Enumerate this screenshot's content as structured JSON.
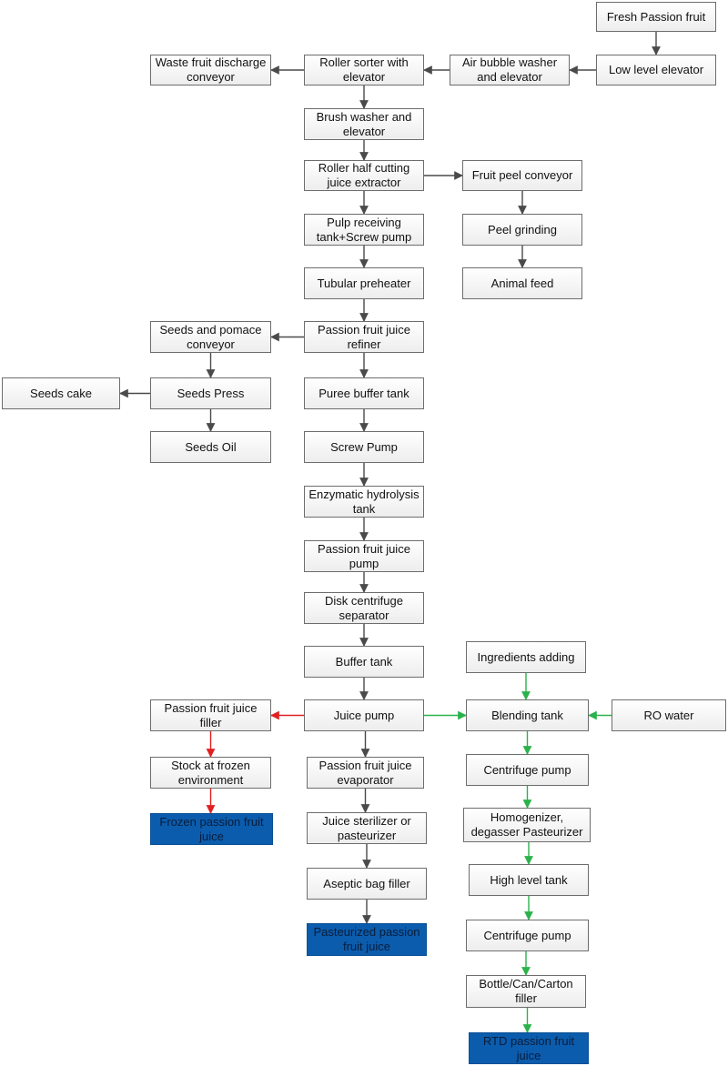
{
  "colors": {
    "default_arrow": "#4a4a4a",
    "green_arrow": "#2bb24c",
    "red_arrow": "#e02020",
    "final_box": "#0b5cad"
  },
  "nodes": {
    "fresh": "Fresh Passion fruit",
    "low_elevator": "Low level elevator",
    "air_washer": "Air bubble washer and elevator",
    "roller_sorter": "Roller sorter with elevator",
    "waste_conveyor": "Waste fruit discharge conveyor",
    "brush_washer": "Brush washer and elevator",
    "roller_cutting": "Roller half cutting juice extractor",
    "peel_conveyor": "Fruit peel conveyor",
    "pulp_tank": "Pulp receiving tank+Screw pump",
    "peel_grinding": "Peel grinding",
    "tubular_preheater": "Tubular preheater",
    "animal_feed": "Animal feed",
    "juice_refiner": "Passion fruit juice refiner",
    "seeds_conveyor": "Seeds and pomace conveyor",
    "seeds_cake": "Seeds cake",
    "seeds_press": "Seeds Press",
    "puree_buffer": "Puree buffer tank",
    "seeds_oil": "Seeds Oil",
    "screw_pump": "Screw Pump",
    "enzymatic_tank": "Enzymatic hydrolysis tank",
    "juice_pump_pf": "Passion fruit juice pump",
    "disk_centrifuge": "Disk centrifuge separator",
    "buffer_tank": "Buffer tank",
    "ingredients": "Ingredients adding",
    "juice_filler": "Passion fruit juice filler",
    "juice_pump": "Juice pump",
    "blending_tank": "Blending tank",
    "ro_water": "RO water",
    "stock_frozen": "Stock at frozen environment",
    "evaporator": "Passion fruit juice evaporator",
    "centrifuge_pump_1": "Centrifuge pump",
    "frozen_juice": "Frozen passion fruit juice",
    "sterilizer": "Juice sterilizer or pasteurizer",
    "homogenizer": "Homogenizer, degasser Pasteurizer",
    "aseptic_filler": "Aseptic bag filler",
    "high_tank": "High level tank",
    "pasteurized_juice": "Pasteurized passion fruit juice",
    "centrifuge_pump_2": "Centrifuge pump",
    "bottle_filler": "Bottle/Can/Carton filler",
    "rtd_juice": "RTD passion fruit juice"
  },
  "edges": [
    {
      "from": "fresh",
      "to": "low_elevator",
      "color": "default"
    },
    {
      "from": "low_elevator",
      "to": "air_washer",
      "color": "default"
    },
    {
      "from": "air_washer",
      "to": "roller_sorter",
      "color": "default"
    },
    {
      "from": "roller_sorter",
      "to": "waste_conveyor",
      "color": "default"
    },
    {
      "from": "roller_sorter",
      "to": "brush_washer",
      "color": "default"
    },
    {
      "from": "brush_washer",
      "to": "roller_cutting",
      "color": "default"
    },
    {
      "from": "roller_cutting",
      "to": "peel_conveyor",
      "color": "default"
    },
    {
      "from": "roller_cutting",
      "to": "pulp_tank",
      "color": "default"
    },
    {
      "from": "peel_conveyor",
      "to": "peel_grinding",
      "color": "default"
    },
    {
      "from": "peel_grinding",
      "to": "animal_feed",
      "color": "default"
    },
    {
      "from": "pulp_tank",
      "to": "tubular_preheater",
      "color": "default"
    },
    {
      "from": "tubular_preheater",
      "to": "juice_refiner",
      "color": "default"
    },
    {
      "from": "juice_refiner",
      "to": "seeds_conveyor",
      "color": "default"
    },
    {
      "from": "juice_refiner",
      "to": "puree_buffer",
      "color": "default"
    },
    {
      "from": "seeds_conveyor",
      "to": "seeds_press",
      "color": "default"
    },
    {
      "from": "seeds_press",
      "to": "seeds_cake",
      "color": "default"
    },
    {
      "from": "seeds_press",
      "to": "seeds_oil",
      "color": "default"
    },
    {
      "from": "puree_buffer",
      "to": "screw_pump",
      "color": "default"
    },
    {
      "from": "screw_pump",
      "to": "enzymatic_tank",
      "color": "default"
    },
    {
      "from": "enzymatic_tank",
      "to": "juice_pump_pf",
      "color": "default"
    },
    {
      "from": "juice_pump_pf",
      "to": "disk_centrifuge",
      "color": "default"
    },
    {
      "from": "disk_centrifuge",
      "to": "buffer_tank",
      "color": "default"
    },
    {
      "from": "buffer_tank",
      "to": "juice_pump",
      "color": "default"
    },
    {
      "from": "juice_pump",
      "to": "juice_filler",
      "color": "red"
    },
    {
      "from": "juice_filler",
      "to": "stock_frozen",
      "color": "red"
    },
    {
      "from": "stock_frozen",
      "to": "frozen_juice",
      "color": "red"
    },
    {
      "from": "juice_pump",
      "to": "evaporator",
      "color": "default"
    },
    {
      "from": "evaporator",
      "to": "sterilizer",
      "color": "default"
    },
    {
      "from": "sterilizer",
      "to": "aseptic_filler",
      "color": "default"
    },
    {
      "from": "aseptic_filler",
      "to": "pasteurized_juice",
      "color": "default"
    },
    {
      "from": "juice_pump",
      "to": "blending_tank",
      "color": "green"
    },
    {
      "from": "ingredients",
      "to": "blending_tank",
      "color": "green"
    },
    {
      "from": "ro_water",
      "to": "blending_tank",
      "color": "green"
    },
    {
      "from": "blending_tank",
      "to": "centrifuge_pump_1",
      "color": "green"
    },
    {
      "from": "centrifuge_pump_1",
      "to": "homogenizer",
      "color": "green"
    },
    {
      "from": "homogenizer",
      "to": "high_tank",
      "color": "green"
    },
    {
      "from": "high_tank",
      "to": "centrifuge_pump_2",
      "color": "green"
    },
    {
      "from": "centrifuge_pump_2",
      "to": "bottle_filler",
      "color": "green"
    },
    {
      "from": "bottle_filler",
      "to": "rtd_juice",
      "color": "green"
    }
  ]
}
